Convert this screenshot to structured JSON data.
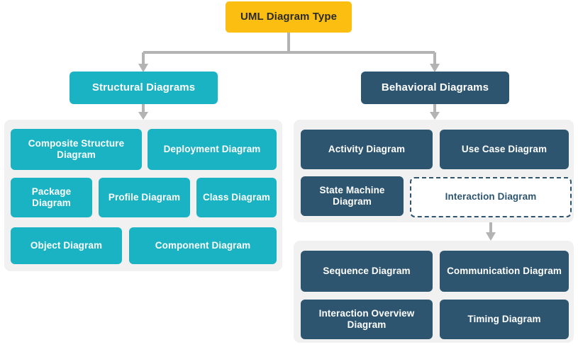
{
  "diagram": {
    "title": "UML Diagram Type",
    "colors": {
      "root_fill": "#FBBE11",
      "root_text": "#2b2b2b",
      "structural_fill": "#19B3C4",
      "behavioral_fill": "#2D5570",
      "panel_bg": "#F1F1F1",
      "connector": "#B3B3B3",
      "dashed_border": "#2D5570",
      "node_text": "#FFFFFF"
    },
    "root": {
      "label": "UML Diagram Type"
    },
    "branches": {
      "structural": {
        "label": "Structural Diagrams"
      },
      "behavioral": {
        "label": "Behavioral Diagrams"
      }
    },
    "structural_items": [
      {
        "label": "Composite Structure Diagram"
      },
      {
        "label": "Deployment Diagram"
      },
      {
        "label": "Package Diagram"
      },
      {
        "label": "Profile Diagram"
      },
      {
        "label": "Class Diagram"
      },
      {
        "label": "Object Diagram"
      },
      {
        "label": "Component Diagram"
      }
    ],
    "behavioral_items": [
      {
        "label": "Activity Diagram"
      },
      {
        "label": "Use Case Diagram"
      },
      {
        "label": "State Machine Diagram"
      },
      {
        "label": "Interaction Diagram",
        "style": "dashed"
      }
    ],
    "interaction_items": [
      {
        "label": "Sequence Diagram"
      },
      {
        "label": "Communication Diagram"
      },
      {
        "label": "Interaction Overview Diagram"
      },
      {
        "label": "Timing Diagram"
      }
    ]
  }
}
